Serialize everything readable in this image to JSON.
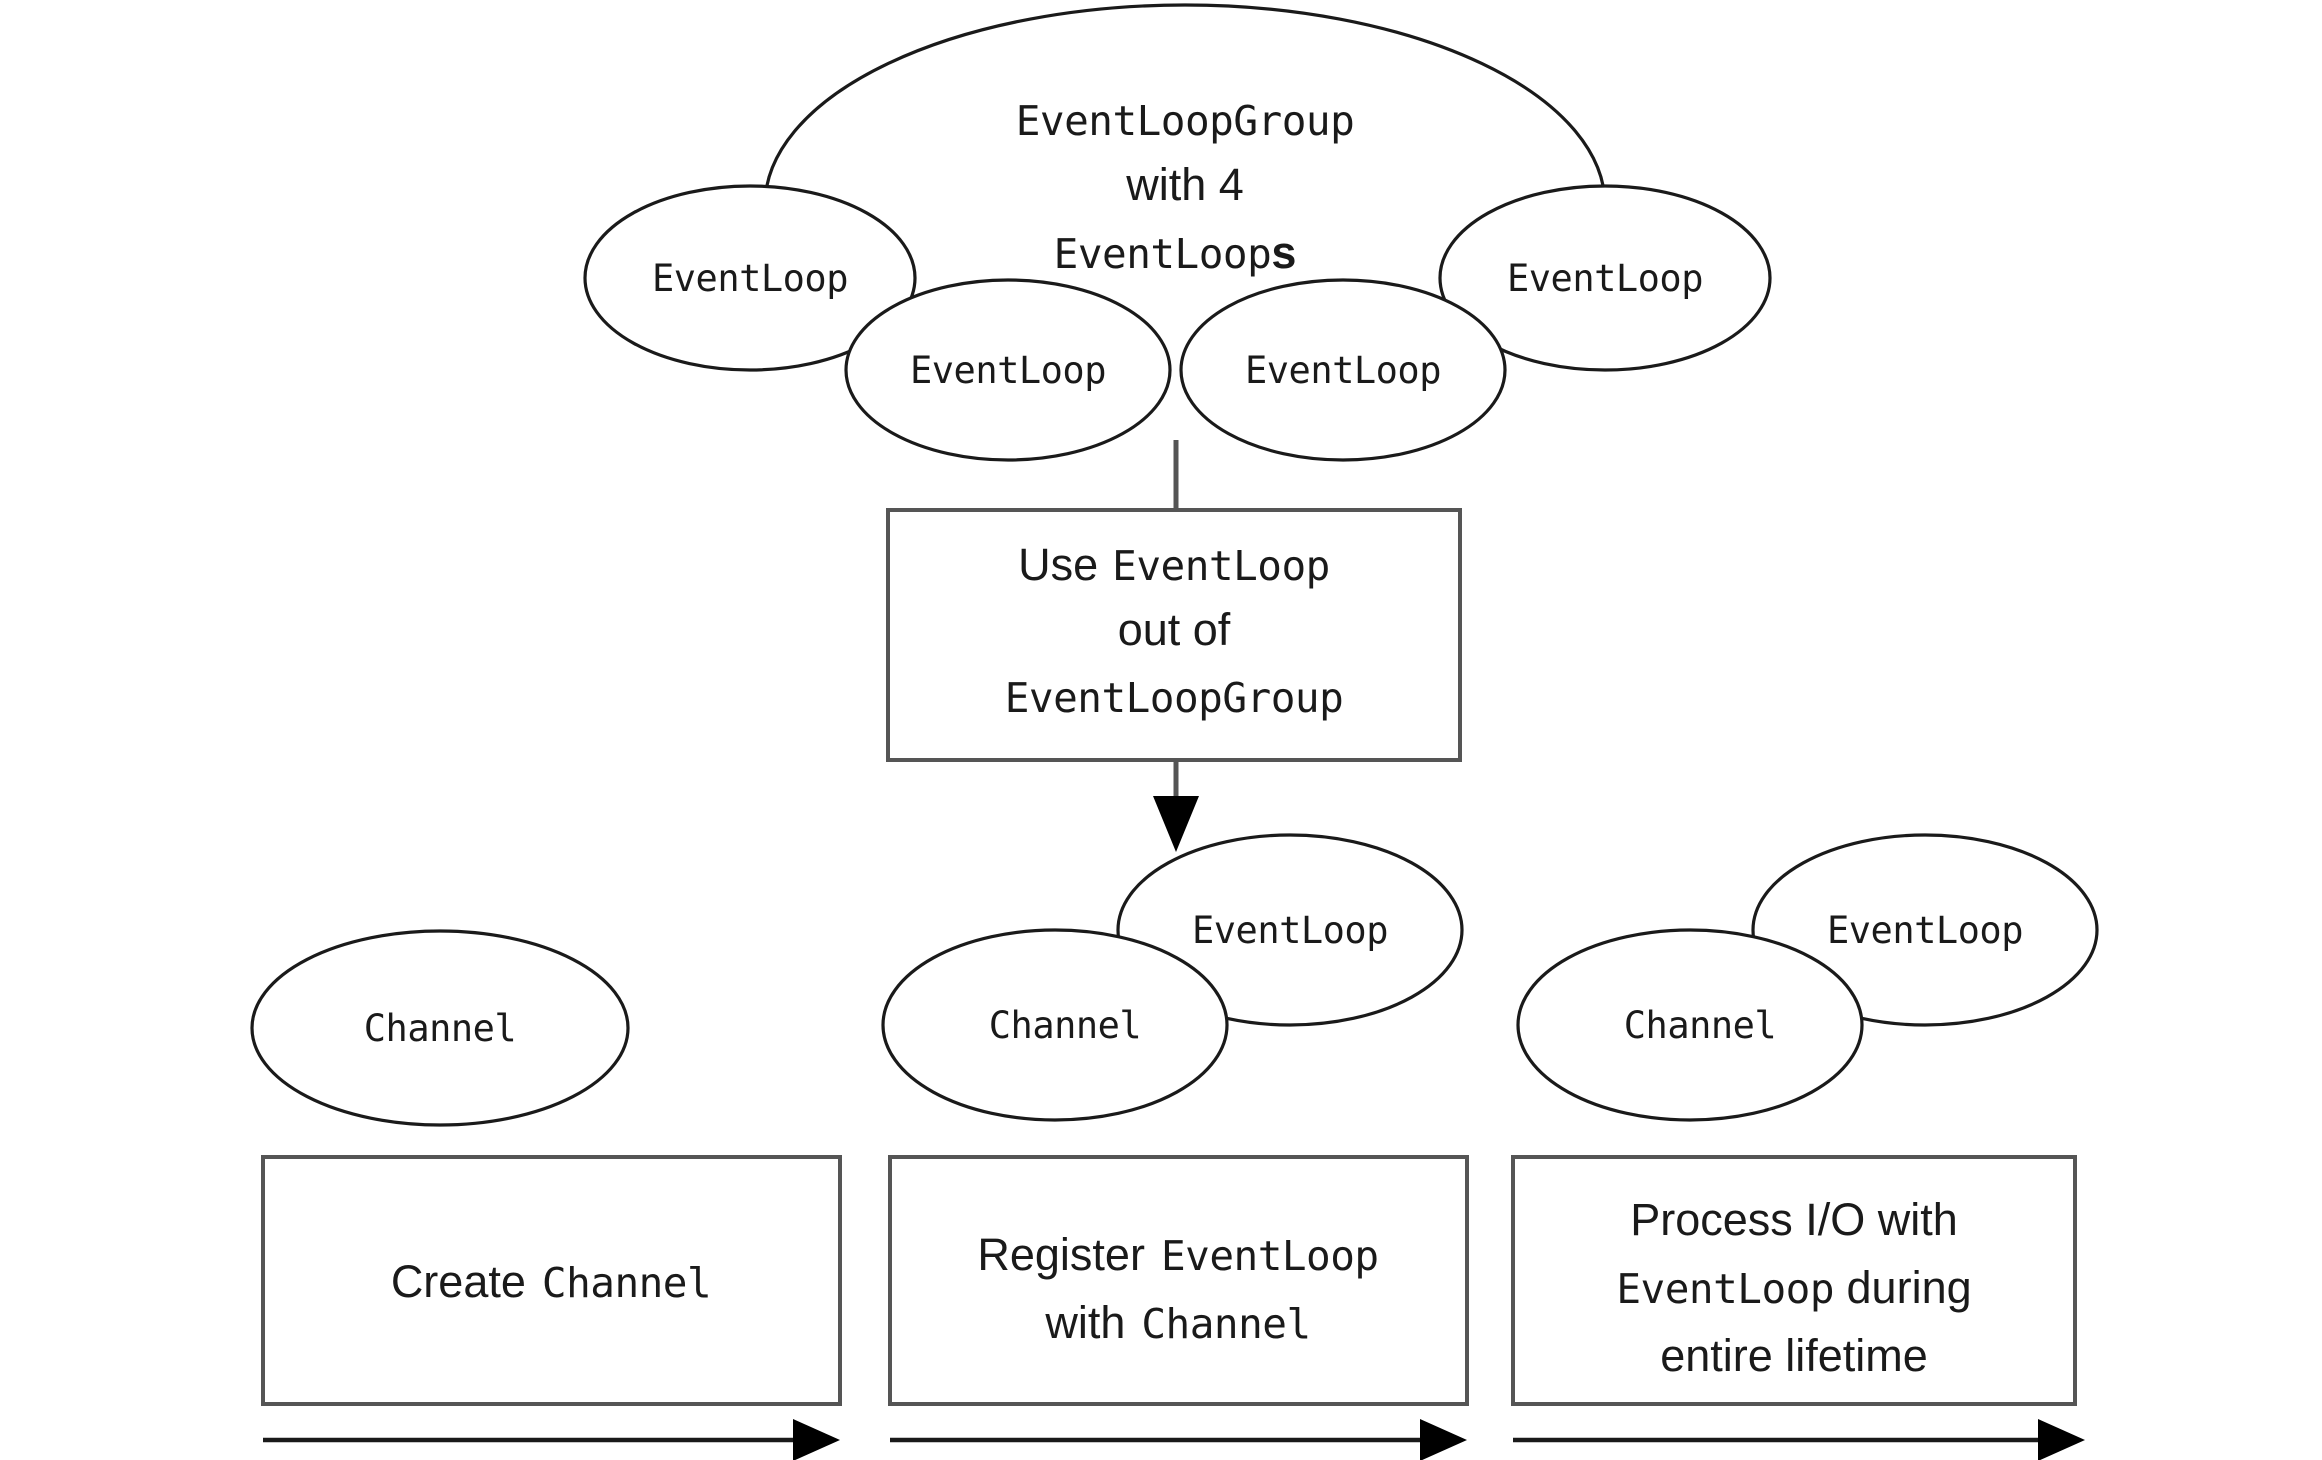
{
  "diagram": {
    "title": "Netty EventLoopGroup / EventLoop / Channel lifecycle",
    "background_color": "#ffffff",
    "stroke_color": "#1a1a1a",
    "box_stroke_color": "#555555"
  },
  "cloud": {
    "name": "event-loop-group-cloud",
    "caption_line1": "EventLoopGroup",
    "caption_line2": "with 4",
    "caption_line3_mono": "EventLoop",
    "caption_line3_suffix": "s",
    "event_loops": [
      {
        "label": "EventLoop",
        "position": "outer-left"
      },
      {
        "label": "EventLoop",
        "position": "inner-left"
      },
      {
        "label": "EventLoop",
        "position": "inner-right"
      },
      {
        "label": "EventLoop",
        "position": "outer-right"
      }
    ]
  },
  "use_box": {
    "name": "use-event-loop-box",
    "line1_sans": "Use",
    "line1_mono": "EventLoop",
    "line2": "out of",
    "line3_mono": "EventLoopGroup"
  },
  "selected_event_loop": {
    "label": "EventLoop"
  },
  "stages": [
    {
      "id": "stage-create-channel",
      "shapes": [
        {
          "label": "Channel",
          "type": "channel"
        }
      ],
      "caption_lines": [
        {
          "sans": "Create ",
          "mono": "Channel"
        }
      ]
    },
    {
      "id": "stage-register-event-loop",
      "shapes": [
        {
          "label": "Channel",
          "type": "channel"
        },
        {
          "label": "EventLoop",
          "type": "event-loop"
        }
      ],
      "caption_lines": [
        {
          "sans": "Register ",
          "mono": "EventLoop"
        },
        {
          "sans": "with ",
          "mono": "Channel"
        }
      ]
    },
    {
      "id": "stage-process-io",
      "shapes": [
        {
          "label": "Channel",
          "type": "channel"
        },
        {
          "label": "EventLoop",
          "type": "event-loop"
        }
      ],
      "caption_lines": [
        {
          "sans": "Process I/O with",
          "mono": ""
        },
        {
          "mono": "EventLoop",
          "sans_after": " during"
        },
        {
          "sans": "entire lifetime",
          "mono": ""
        }
      ]
    }
  ],
  "labels": {
    "event_loop": "EventLoop",
    "event_loop_group": "EventLoopGroup",
    "channel": "Channel",
    "with_4": "with 4",
    "plural_s": "s",
    "use": "Use",
    "out_of": "out of",
    "create": "Create",
    "register": "Register",
    "with": "with",
    "process_io_with": "Process I/O with",
    "during": " during",
    "entire_lifetime": "entire lifetime"
  },
  "arrows": [
    {
      "name": "cloud-to-use-box",
      "direction": "down",
      "headed": false
    },
    {
      "name": "use-box-to-event-loop",
      "direction": "down",
      "headed": true
    },
    {
      "name": "stage-1-progress-arrow",
      "direction": "right",
      "headed": true
    },
    {
      "name": "stage-2-progress-arrow",
      "direction": "right",
      "headed": true
    },
    {
      "name": "stage-3-progress-arrow",
      "direction": "right",
      "headed": true
    }
  ]
}
